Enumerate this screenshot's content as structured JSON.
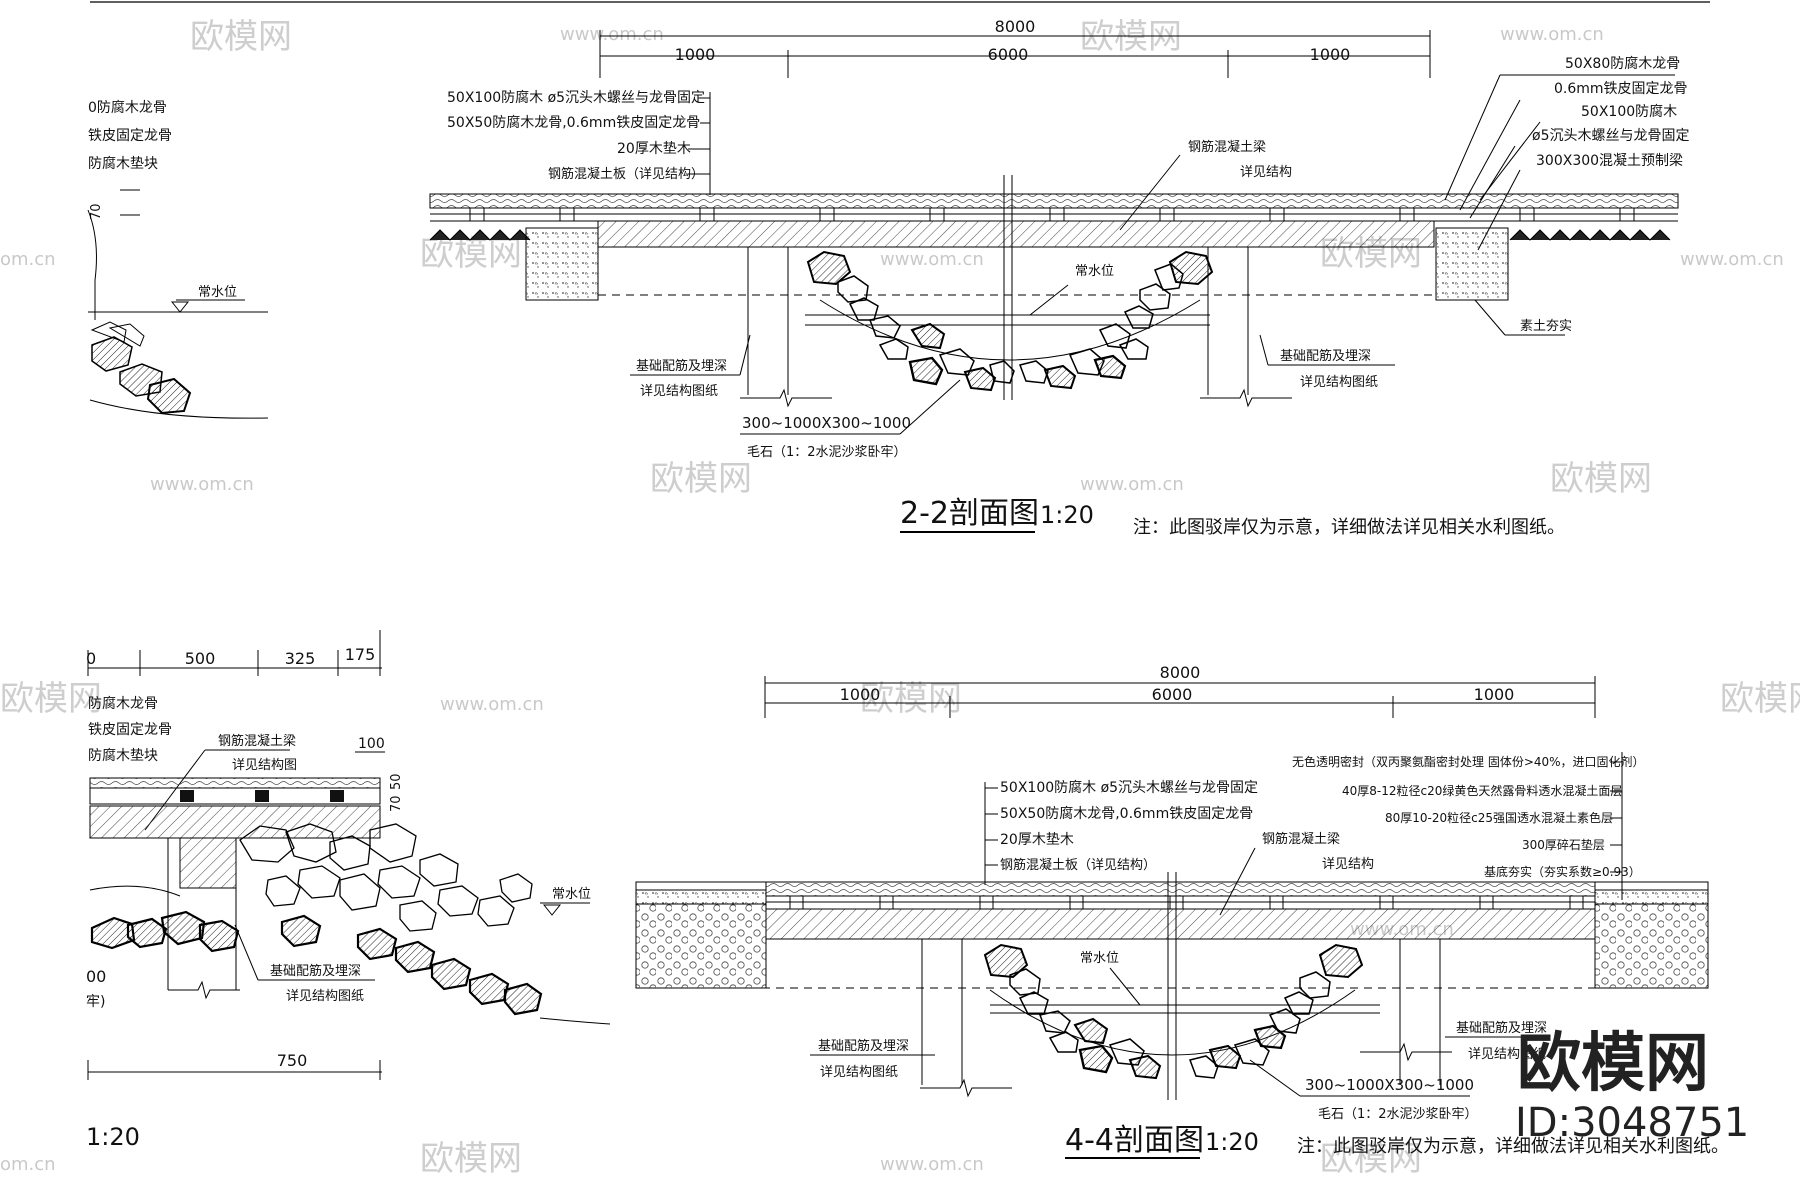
{
  "watermark": {
    "site_cn": "欧模网",
    "url": "www.om.cn",
    "fragment_url": "om.cn",
    "fragment_cn": "欧模网",
    "brand": "欧模网",
    "id_label": "ID:3048751"
  },
  "left_top": {
    "labels": [
      "0防腐木龙骨",
      "铁皮固定龙骨",
      "防腐木垫块"
    ],
    "dim_70": "70",
    "water_level": "常水位"
  },
  "section_2_2": {
    "title": "2-2剖面图",
    "scale": "1:20",
    "note": "注：此图驳岸仅为示意，详细做法详见相关水利图纸。",
    "dim_total": "8000",
    "dims": [
      "1000",
      "6000",
      "1000"
    ],
    "left_callouts": [
      "50X100防腐木  ø5沉头木螺丝与龙骨固定",
      "50X50防腐木龙骨,0.6mm铁皮固定龙骨",
      "20厚木垫木",
      "钢筋混凝土板（详见结构）"
    ],
    "beam_label": [
      "钢筋混凝土梁",
      "详见结构"
    ],
    "water_level": "常水位",
    "right_callouts": [
      "50X80防腐木龙骨",
      "0.6mm铁皮固定龙骨",
      "50X100防腐木",
      "ø5沉头木螺丝与龙骨固定",
      "300X300混凝土预制梁"
    ],
    "soil_label": "素土夯实",
    "foundation_left": [
      "基础配筋及埋深",
      "详见结构图纸"
    ],
    "foundation_right": [
      "基础配筋及埋深",
      "详见结构图纸"
    ],
    "stone_dims": "300~1000X300~1000",
    "stone_label": "毛石（1：2水泥沙浆卧牢）"
  },
  "left_bottom": {
    "dims": [
      "0",
      "500",
      "325",
      "175"
    ],
    "labels": [
      "防腐木龙骨",
      "铁皮固定龙骨",
      "防腐木垫块"
    ],
    "beam_label": [
      "钢筋混凝土梁",
      "详见结构图"
    ],
    "dim_100": "100",
    "dim_50": "50",
    "dim_70": "70",
    "water_level": "常水位",
    "foundation": [
      "基础配筋及埋深",
      "详见结构图纸"
    ],
    "dim_750": "750",
    "scale": "1:20",
    "cut_00": "00",
    "cut_paren": "牢)"
  },
  "section_4_4": {
    "title": "4-4剖面图",
    "scale": "1:20",
    "note": "注：此图驳岸仅为示意，详细做法详见相关水利图纸。",
    "dim_total": "8000",
    "dims": [
      "1000",
      "6000",
      "1000"
    ],
    "left_callouts": [
      "50X100防腐木  ø5沉头木螺丝与龙骨固定",
      "50X50防腐木龙骨,0.6mm铁皮固定龙骨",
      "20厚木垫木",
      "钢筋混凝土板（详见结构）"
    ],
    "right_callouts": [
      "无色透明密封（双丙聚氨酯密封处理  固体份>40%，进口固化剂）",
      "40厚8-12粒径c20绿黄色天然露骨料透水混凝土面层",
      "80厚10-20粒径c25强国透水混凝土素色层",
      "300厚碎石垫层",
      "基底夯实（夯实系数≥0.93）"
    ],
    "beam_label": [
      "钢筋混凝土梁",
      "详见结构"
    ],
    "water_level": "常水位",
    "foundation_left": [
      "基础配筋及埋深",
      "详见结构图纸"
    ],
    "foundation_right": [
      "基础配筋及埋深",
      "详见结构图纸"
    ],
    "stone_dims": "300~1000X300~1000",
    "stone_label": "毛石（1：2水泥沙浆卧牢）"
  }
}
